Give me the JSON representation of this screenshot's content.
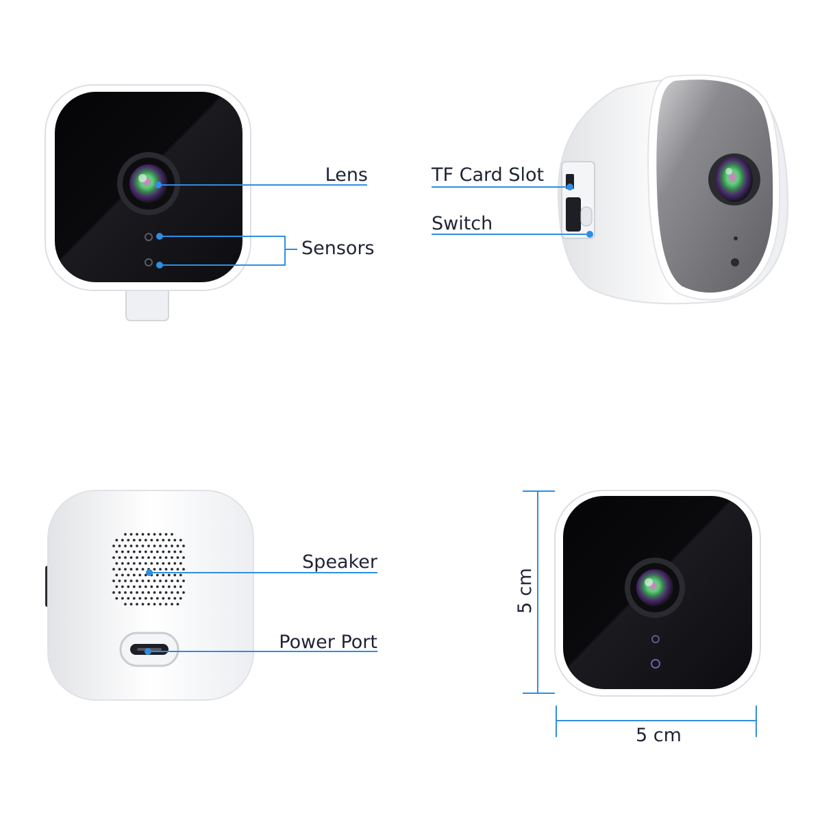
{
  "labels": {
    "lens": "Lens",
    "sensors": "Sensors",
    "tf_card_slot": "TF Card Slot",
    "switch": "Switch",
    "speaker": "Speaker",
    "power_port": "Power Port"
  },
  "dimensions": {
    "height": "5 cm",
    "width": "5 cm"
  },
  "colors": {
    "accent": "#2f8de4",
    "text": "#1f2335",
    "face": "#0b0b0e",
    "shell": "#ffffff"
  }
}
